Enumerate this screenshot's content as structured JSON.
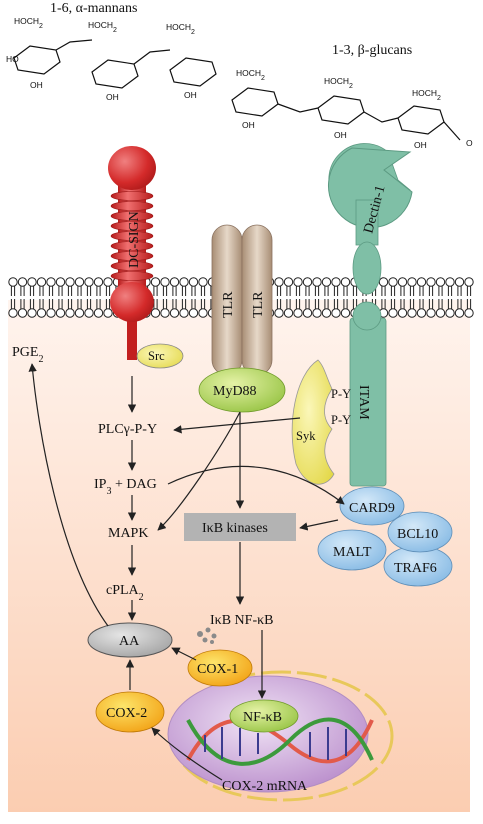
{
  "sugars": {
    "mannans_label": "1-6, α-mannans",
    "glucans_label": "1-3, β-glucans",
    "chem": {
      "hoch2": "HOCH2",
      "oh": "OH",
      "ho": "HO",
      "o": "O"
    }
  },
  "receptors": {
    "dc_sign": "DC-SIGN",
    "tlr_left": "TLR",
    "tlr_right": "TLR",
    "dectin": "Dectin-1",
    "itam": "ITAM"
  },
  "adaptors": {
    "src": "Src",
    "myd88": "MyD88",
    "syk": "Syk",
    "py_top": "P-Y",
    "py_bottom": "P-Y"
  },
  "pathway": {
    "pge2": "PGE2",
    "plcy": "PLCγ-P-Y",
    "ip3_dag": "IP3 + DAG",
    "mapk": "MAPK",
    "cpla2": "cPLA2",
    "aa": "AA",
    "ikb_kinases": "IκB kinases",
    "ikb_nfkb": "IκB NF-κB",
    "cox1": "COX-1",
    "cox2": "COX-2",
    "nfkb": "NF-κB",
    "cox2_mrna": "COX-2 mRNA"
  },
  "complex": {
    "card9": "CARD9",
    "malt": "MALT",
    "bcl10": "BCL10",
    "traf6": "TRAF6"
  },
  "colors": {
    "cytoplasm_top": "#fff1ea",
    "cytoplasm_bottom": "#fbd0b6",
    "dc_sign": "#d42a2a",
    "tlr": "#c9b39c",
    "dectin": "#7fbfa6",
    "yellow": "#f2e869",
    "orange": "#f6b514",
    "blue": "#9cc8ea",
    "nucleus": "#c6a3d4",
    "kinase_box": "#b3b3b3",
    "aa": "#b5b5b5"
  }
}
